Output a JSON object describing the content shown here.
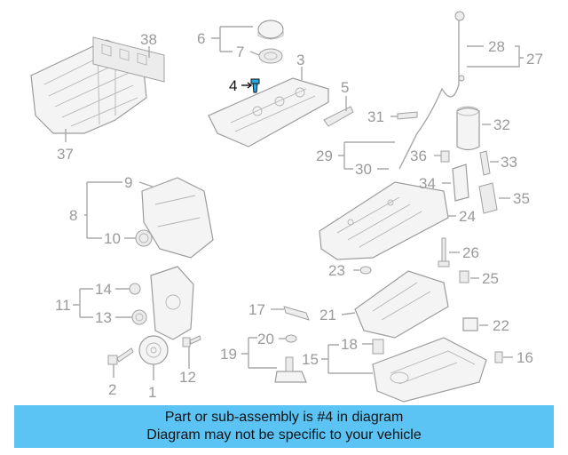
{
  "diagram": {
    "highlighted_part": "4",
    "part_numbers": [
      "1",
      "2",
      "3",
      "4",
      "5",
      "6",
      "7",
      "8",
      "9",
      "10",
      "11",
      "12",
      "13",
      "14",
      "15",
      "16",
      "17",
      "18",
      "19",
      "20",
      "21",
      "22",
      "23",
      "24",
      "25",
      "26",
      "27",
      "28",
      "29",
      "30",
      "31",
      "32",
      "33",
      "34",
      "35",
      "36",
      "37",
      "38"
    ]
  },
  "banner": {
    "line1": "Part or sub-assembly is #4 in diagram",
    "line2": "Diagram may not be specific to your vehicle"
  },
  "colors": {
    "banner_bg": "#5bc4f5",
    "label_gray": "#9a9a9a",
    "highlight_blue": "#2aa7e0"
  }
}
